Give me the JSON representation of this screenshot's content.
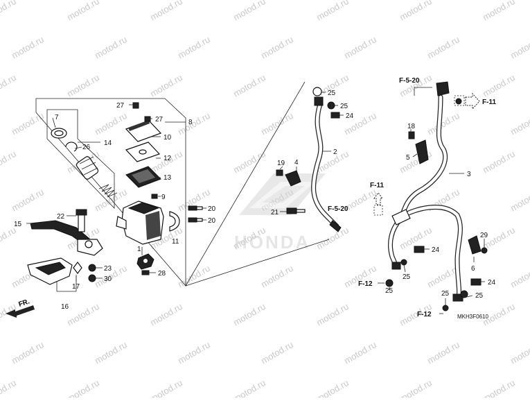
{
  "watermark": "motod.ru",
  "diagram_code": "MKH3F0610",
  "direction_label": "FR.",
  "brand_mark": "HONDA",
  "refs": {
    "f520_top": "F-5-20",
    "f520_mid": "F-5-20",
    "f11_right": "F-11",
    "f11_left": "F-11",
    "f12_a": "F-12",
    "f12_b": "F-12"
  },
  "callouts": {
    "n1": "1",
    "n2": "2",
    "n3": "3",
    "n4": "4",
    "n5": "5",
    "n6": "6",
    "n7": "7",
    "n8": "8",
    "n9": "9",
    "n10": "10",
    "n11": "11",
    "n12": "12",
    "n13": "13",
    "n14": "14",
    "n15": "15",
    "n16": "16",
    "n17": "17",
    "n18": "18",
    "n19": "19",
    "n20a": "20",
    "n20b": "20",
    "n21": "21",
    "n22": "22",
    "n23": "23",
    "n24a": "24",
    "n24b": "24",
    "n24c": "24",
    "n25a": "25",
    "n25b": "25",
    "n25c": "25",
    "n25d": "25",
    "n25e": "25",
    "n25f": "25",
    "n26": "26",
    "n27a": "27",
    "n27b": "27",
    "n28": "28",
    "n29": "29",
    "n30": "30"
  }
}
